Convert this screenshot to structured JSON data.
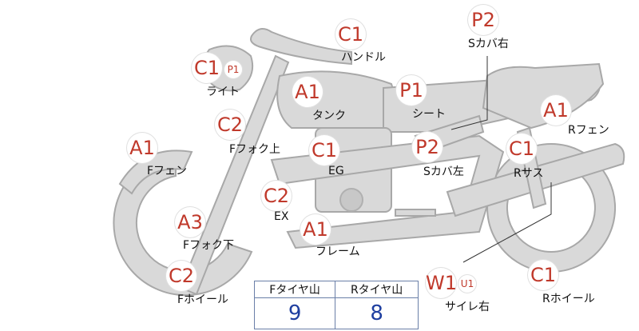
{
  "colors": {
    "part_fill": "#d9d9d9",
    "part_stroke": "#a8a8a8",
    "rating_text": "#c0392b",
    "value_text": "#1f3fa0"
  },
  "parts": [
    {
      "key": "handle",
      "grade": "C1",
      "label": "ハンドル"
    },
    {
      "key": "s_cover_r",
      "grade": "P2",
      "label": "Sカバ右"
    },
    {
      "key": "light",
      "grade": "C1",
      "sub": "P1",
      "label": "ライト"
    },
    {
      "key": "tank",
      "grade": "A1",
      "label": "タンク"
    },
    {
      "key": "seat",
      "grade": "P1",
      "label": "シート"
    },
    {
      "key": "r_fender",
      "grade": "A1",
      "label": "Rフェン"
    },
    {
      "key": "f_fork_upper",
      "grade": "C2",
      "label": "Fフォク上"
    },
    {
      "key": "f_fender",
      "grade": "A1",
      "label": "Fフェン"
    },
    {
      "key": "eg",
      "grade": "C1",
      "label": "EG"
    },
    {
      "key": "s_cover_l",
      "grade": "P2",
      "label": "Sカバ左"
    },
    {
      "key": "r_sus",
      "grade": "C1",
      "label": "Rサス"
    },
    {
      "key": "ex",
      "grade": "C2",
      "label": "EX"
    },
    {
      "key": "f_fork_lower",
      "grade": "A3",
      "label": "Fフォク下"
    },
    {
      "key": "frame",
      "grade": "A1",
      "label": "フレーム"
    },
    {
      "key": "f_wheel",
      "grade": "C2",
      "label": "Fホイール"
    },
    {
      "key": "muffler_r",
      "grade": "W1",
      "sub": "U1",
      "label": "サイレ右"
    },
    {
      "key": "r_wheel",
      "grade": "C1",
      "label": "Rホイール"
    }
  ],
  "tire_table": {
    "headers": [
      "Fタイヤ山",
      "Rタイヤ山"
    ],
    "values": [
      "9",
      "8"
    ]
  }
}
